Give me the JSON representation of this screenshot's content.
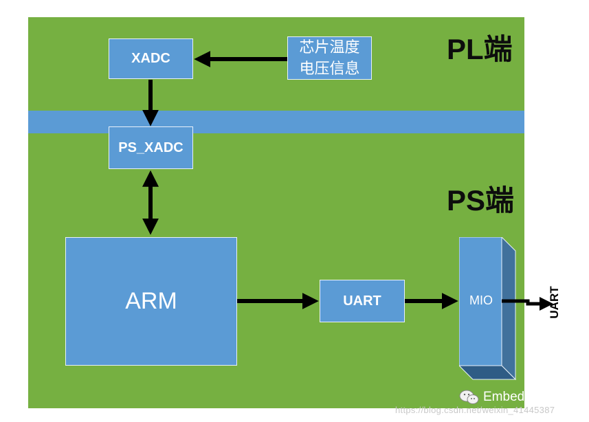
{
  "regions": {
    "pl_label": "PL端",
    "ps_label": "PS端"
  },
  "blocks": {
    "xadc": "XADC",
    "sensor_line1": "芯片温度",
    "sensor_line2": "电压信息",
    "ps_xadc": "PS_XADC",
    "arm": "ARM",
    "uart": "UART",
    "mio": "MIO"
  },
  "output_label": "UART",
  "watermark": {
    "name": "Embeddeder",
    "url": "https://blog.csdn.net/weixin_41445387"
  },
  "colors": {
    "region_green": "#76b041",
    "block_blue": "#5b9bd5",
    "arrow": "#000000"
  }
}
